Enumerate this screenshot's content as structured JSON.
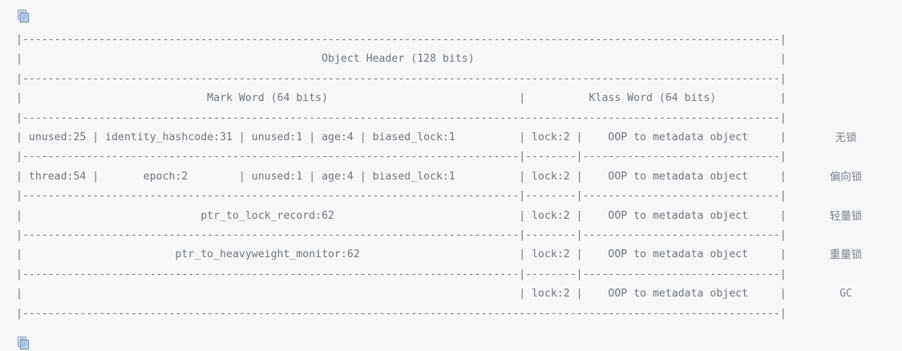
{
  "block": {
    "language": "text",
    "copy_icon_top": "copy-icon",
    "copy_icon_bottom": "copy-icon"
  },
  "diagram": {
    "title": "Object Header (128 bits)",
    "mark_word_label": "Mark Word (64 bits)",
    "klass_word_label": "Klass Word (64 bits)",
    "oop_label": "OOP to metadata object",
    "rows": [
      {
        "state": "无锁",
        "fields": "unused:25 | identity_hashcode:31 | unused:1 | age:4 | biased_lock:1 | lock:2"
      },
      {
        "state": "偏向锁",
        "fields": "thread:54 | epoch:2 | unused:1 | age:4 | biased_lock:1 | lock:2"
      },
      {
        "state": "轻量锁",
        "fields": "ptr_to_lock_record:62 | lock:2"
      },
      {
        "state": "重量锁",
        "fields": "ptr_to_heavyweight_monitor:62 | lock:2"
      },
      {
        "state": "GC",
        "fields": "lock:2"
      }
    ],
    "ascii": "|---------------------------------------------------------------------------------------------------------------------|\n|                                                  Object Header (128 bits)                                           |\n|---------------------------------------------------------------------------------------------------------------------|\n|                              Mark Word (64 bits)                       |            Klass Word (64 bits)            |\n|---------------------------------------------------------------------------------------------------------------------|\n|  unused:25 | identity_hashcode:31 | unused:1 | age:4 | biased_lock:1 | lock:2 |     OOP to metadata object           |\n|------------------------------------------------------------------------------|-------|------------------------------|\n|  thread:54 |         epoch:2        | unused:1 | age:4 | biased_lock:1 | lock:2 |    OOP to metadata object         |\n|------------------------------------------------------------------------------|-------|------------------------------|\n|                        ptr_to_lock_record:62                           | lock:2 |     OOP to metadata object       |\n|------------------------------------------------------------------------------|-------|------------------------------|\n|                    ptr_to_heavyweight_monitor:62                       | lock:2 |     OOP to metadata object       |\n|------------------------------------------------------------------------------|-------|------------------------------|\n|                                                                        | lock:2 |     OOP to metadata object       |\n|---------------------------------------------------------------------------------------------------------------------|"
  },
  "annotation_column": [
    "",
    "",
    "",
    "",
    "",
    "无锁",
    "",
    "偏向锁",
    "",
    "轻量锁",
    "",
    "重量锁",
    "",
    "GC",
    ""
  ],
  "colors": {
    "background": "#f6f7f8",
    "text": "#6f767d",
    "annotation_text": "#7c838a",
    "icon_blue": "#8fa8c8"
  }
}
